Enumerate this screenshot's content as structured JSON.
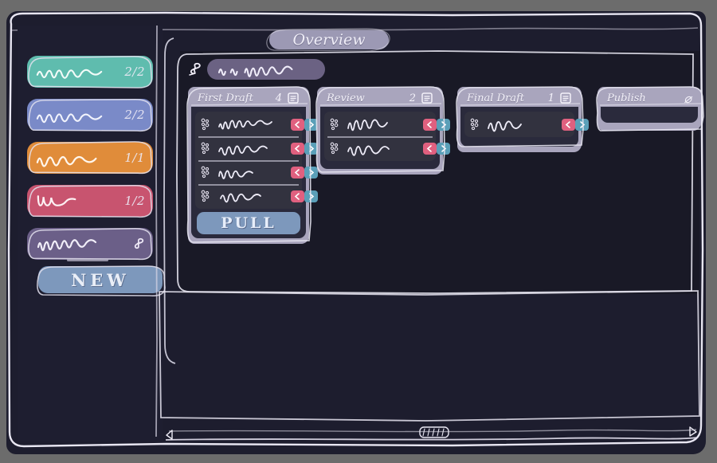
{
  "window": {
    "title": "Overview",
    "bg_color": "#1d1d2e",
    "outer_bg_color": "#6c6c6c",
    "outline_color": "#e8e6f2"
  },
  "sidebar": {
    "items": [
      {
        "label_glyph": "squiggle-text",
        "count": "2/2",
        "color": "#5fbcae",
        "name": "board-1"
      },
      {
        "label_glyph": "squiggle-text",
        "count": "2/2",
        "color": "#7a8ac8",
        "name": "board-2"
      },
      {
        "label_glyph": "squiggle-text",
        "count": "1/1",
        "color": "#e08c3a",
        "name": "board-3"
      },
      {
        "label_glyph": "squiggle-text",
        "count": "1/2",
        "color": "#c8546f",
        "name": "board-4"
      },
      {
        "label_glyph": "squiggle-text",
        "count": "",
        "color": "#6b5f88",
        "name": "board-5",
        "icon": "pin-icon"
      }
    ],
    "new_button": {
      "label": "NEW",
      "color": "#7d98bc"
    }
  },
  "board": {
    "name_glyph": "squiggle-text",
    "pin_icon": "pin-icon",
    "name_pill_color": "#6b6283",
    "columns": [
      {
        "title": "First Draft",
        "count": "4",
        "icon": "list-icon",
        "cards": [
          {
            "glyph": "squiggle-text",
            "grip": "dots-grip-icon",
            "prev": "chevron-left-icon",
            "next": "chevron-right-icon"
          },
          {
            "glyph": "squiggle-text",
            "grip": "dots-grip-icon",
            "prev": "chevron-left-icon",
            "next": "chevron-right-icon"
          },
          {
            "glyph": "squiggle-text",
            "grip": "dots-grip-icon",
            "prev": "chevron-left-icon",
            "next": "chevron-right-icon"
          },
          {
            "glyph": "squiggle-text",
            "grip": "dots-grip-icon",
            "prev": "chevron-left-icon",
            "next": "chevron-right-icon"
          }
        ],
        "action_button": {
          "label": "PULL",
          "color": "#7d98bc"
        }
      },
      {
        "title": "Review",
        "count": "2",
        "icon": "list-icon",
        "cards": [
          {
            "glyph": "squiggle-text",
            "grip": "dots-grip-icon",
            "prev": "chevron-left-icon",
            "next": "chevron-right-icon"
          },
          {
            "glyph": "squiggle-text",
            "grip": "dots-grip-icon",
            "prev": "chevron-left-icon",
            "next": "chevron-right-icon"
          }
        ]
      },
      {
        "title": "Final Draft",
        "count": "1",
        "icon": "list-icon",
        "cards": [
          {
            "glyph": "squiggle-text",
            "grip": "dots-grip-icon",
            "prev": "chevron-left-icon",
            "next": "chevron-right-icon"
          }
        ]
      },
      {
        "title": "Publish",
        "count": "⌀",
        "icon": "empty-icon",
        "cards": []
      }
    ]
  },
  "scrollbar": {
    "left_arrow": "triangle-left-icon",
    "right_arrow": "triangle-right-icon",
    "thumb": "scroll-thumb-grip"
  },
  "colors": {
    "accent_prev": "#e0607f",
    "accent_next": "#5a9fb8",
    "header_pill": "#a9a5bd",
    "card_surface": "#32323f",
    "panel": "#2a2a3c"
  }
}
